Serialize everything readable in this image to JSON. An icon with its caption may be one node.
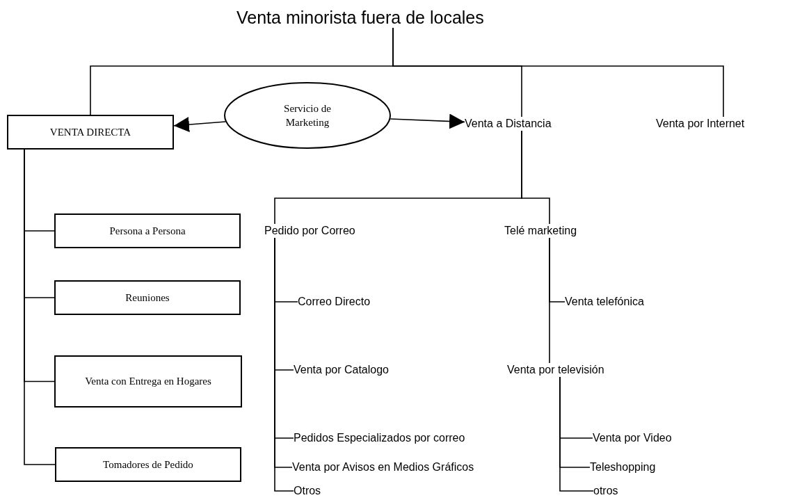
{
  "diagram": {
    "nodes": [
      {
        "text": [
          "Venta minorista fuera de locales"
        ]
      },
      {
        "text": [
          "VENTA DIRECTA"
        ]
      },
      {
        "text": [
          "Servicio de Marketing"
        ]
      },
      {
        "text": [
          "Venta a Distancia"
        ]
      },
      {
        "text": [
          "Venta por Internet"
        ]
      },
      {
        "text": [
          "Persona a Persona"
        ]
      },
      {
        "text": [
          "Reuniones"
        ]
      },
      {
        "text": [
          "Venta con Entrega en Hogares"
        ]
      },
      {
        "text": [
          "Tomadores de Pedido"
        ]
      },
      {
        "text": [
          "Pedido por Correo"
        ]
      },
      {
        "text": [
          "Telé marketing"
        ]
      },
      {
        "text": [
          "Correo Directo"
        ]
      },
      {
        "text": [
          "Venta telefónica"
        ]
      },
      {
        "text": [
          "Venta por Catalogo"
        ]
      },
      {
        "text": [
          "Venta por televisión"
        ]
      },
      {
        "text": [
          "Pedidos Especializados por correo"
        ]
      },
      {
        "text": [
          "Venta por Video"
        ]
      },
      {
        "text": [
          "Venta por Avisos en Medios Gráficos"
        ]
      },
      {
        "text": [
          "Teleshopping"
        ]
      },
      {
        "text": [
          "Otros"
        ]
      },
      {
        "text": [
          "otros"
        ]
      }
    ],
    "edges": [
      {
        "from": 0,
        "to": 1,
        "arrow": "none"
      },
      {
        "from": 0,
        "to": 3,
        "arrow": "none"
      },
      {
        "from": 0,
        "to": 4,
        "arrow": "none"
      },
      {
        "from": 2,
        "to": 1,
        "arrow": "to"
      },
      {
        "from": 2,
        "to": 3,
        "arrow": "to"
      },
      {
        "from": 1,
        "to": 5,
        "arrow": "none"
      },
      {
        "from": 1,
        "to": 6,
        "arrow": "none"
      },
      {
        "from": 1,
        "to": 7,
        "arrow": "none"
      },
      {
        "from": 1,
        "to": 8,
        "arrow": "none"
      },
      {
        "from": 3,
        "to": 9,
        "arrow": "none"
      },
      {
        "from": 3,
        "to": 10,
        "arrow": "none"
      },
      {
        "from": 9,
        "to": 11,
        "arrow": "none"
      },
      {
        "from": 9,
        "to": 13,
        "arrow": "none"
      },
      {
        "from": 9,
        "to": 15,
        "arrow": "none"
      },
      {
        "from": 9,
        "to": 17,
        "arrow": "none"
      },
      {
        "from": 9,
        "to": 19,
        "arrow": "none"
      },
      {
        "from": 10,
        "to": 12,
        "arrow": "none"
      },
      {
        "from": 10,
        "to": 14,
        "arrow": "none"
      },
      {
        "from": 14,
        "to": 16,
        "arrow": "none"
      },
      {
        "from": 14,
        "to": 18,
        "arrow": "none"
      },
      {
        "from": 14,
        "to": 20,
        "arrow": "none"
      }
    ]
  }
}
